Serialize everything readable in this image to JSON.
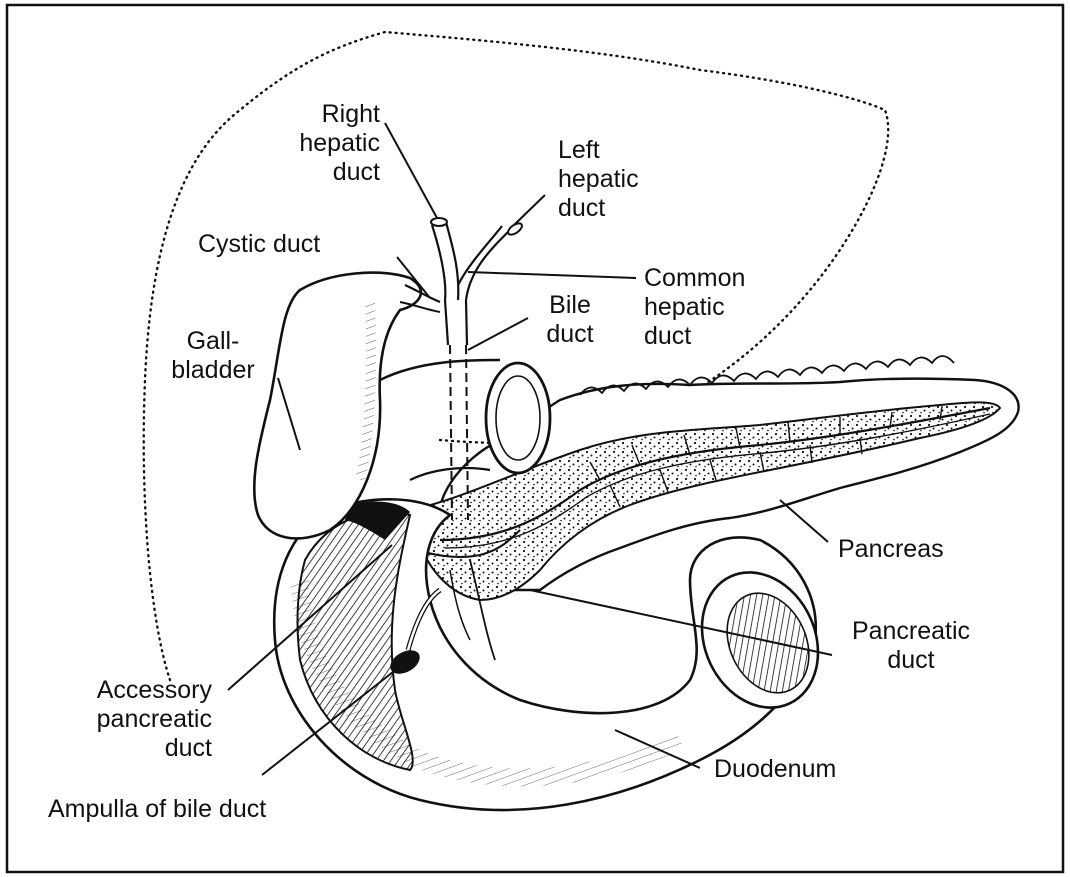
{
  "colors": {
    "ink": "#111111",
    "paper": "#ffffff"
  },
  "labels": {
    "right_hepatic_duct": [
      "Right",
      "hepatic",
      "duct"
    ],
    "left_hepatic_duct": [
      "Left",
      "hepatic",
      "duct"
    ],
    "cystic_duct": "Cystic duct",
    "common_hepatic_duct": [
      "Common",
      "hepatic",
      "duct"
    ],
    "bile_duct": [
      "Bile",
      "duct"
    ],
    "gallbladder": [
      "Gall-",
      "bladder"
    ],
    "pancreas": "Pancreas",
    "pancreatic_duct": [
      "Pancreatic",
      "duct"
    ],
    "accessory_pancreatic_duct": [
      "Accessory",
      "pancreatic",
      "duct"
    ],
    "duodenum": "Duodenum",
    "ampulla": "Ampulla of bile duct"
  }
}
